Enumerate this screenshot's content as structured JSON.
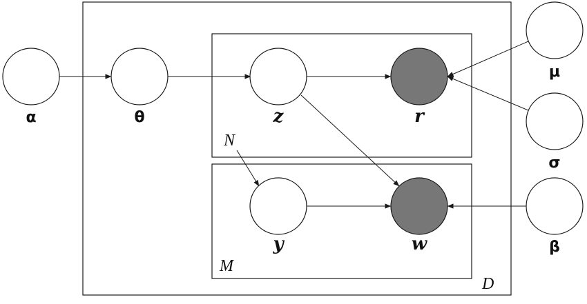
{
  "diagram": {
    "nodes": {
      "alpha": {
        "label": "α",
        "observed": false
      },
      "theta": {
        "label": "θ",
        "observed": false
      },
      "z": {
        "label": "z",
        "observed": false
      },
      "r": {
        "label": "r",
        "observed": true
      },
      "y": {
        "label": "y",
        "observed": false
      },
      "w": {
        "label": "w",
        "observed": true
      },
      "mu": {
        "label": "μ",
        "observed": false
      },
      "sigma": {
        "label": "σ",
        "observed": false
      },
      "beta": {
        "label": "β",
        "observed": false
      }
    },
    "plates": {
      "D": {
        "label": "D"
      },
      "N": {
        "label": "N"
      },
      "M": {
        "label": "M"
      }
    },
    "edges": [
      {
        "from": "alpha",
        "to": "theta"
      },
      {
        "from": "theta",
        "to": "z"
      },
      {
        "from": "z",
        "to": "r"
      },
      {
        "from": "z",
        "to": "w"
      },
      {
        "from": "N",
        "to": "y"
      },
      {
        "from": "y",
        "to": "w"
      },
      {
        "from": "mu",
        "to": "r"
      },
      {
        "from": "sigma",
        "to": "r"
      },
      {
        "from": "beta",
        "to": "w"
      }
    ],
    "colors": {
      "observed_fill": "#777777",
      "latent_fill": "#ffffff",
      "stroke": "#1a1a1a"
    }
  }
}
